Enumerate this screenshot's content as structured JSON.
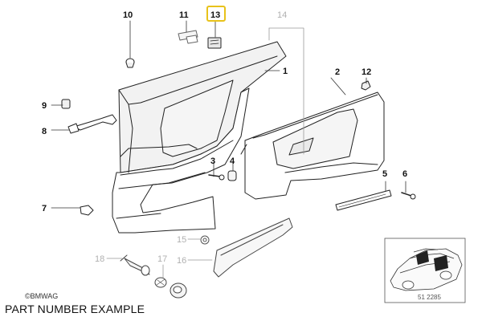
{
  "copyright": "©BMWAG",
  "caption": "PART NUMBER EXAMPLE",
  "drawing_code": "51 2285",
  "highlight_color": "#e8c21a",
  "parts": {
    "p1": "1",
    "p2": "2",
    "p3": "3",
    "p4": "4",
    "p5": "5",
    "p6": "6",
    "p7": "7",
    "p8": "8",
    "p9": "9",
    "p10": "10",
    "p11": "11",
    "p12": "12",
    "p13": "13",
    "p14": "14",
    "p15": "15",
    "p16": "16",
    "p17": "17",
    "p18": "18"
  }
}
